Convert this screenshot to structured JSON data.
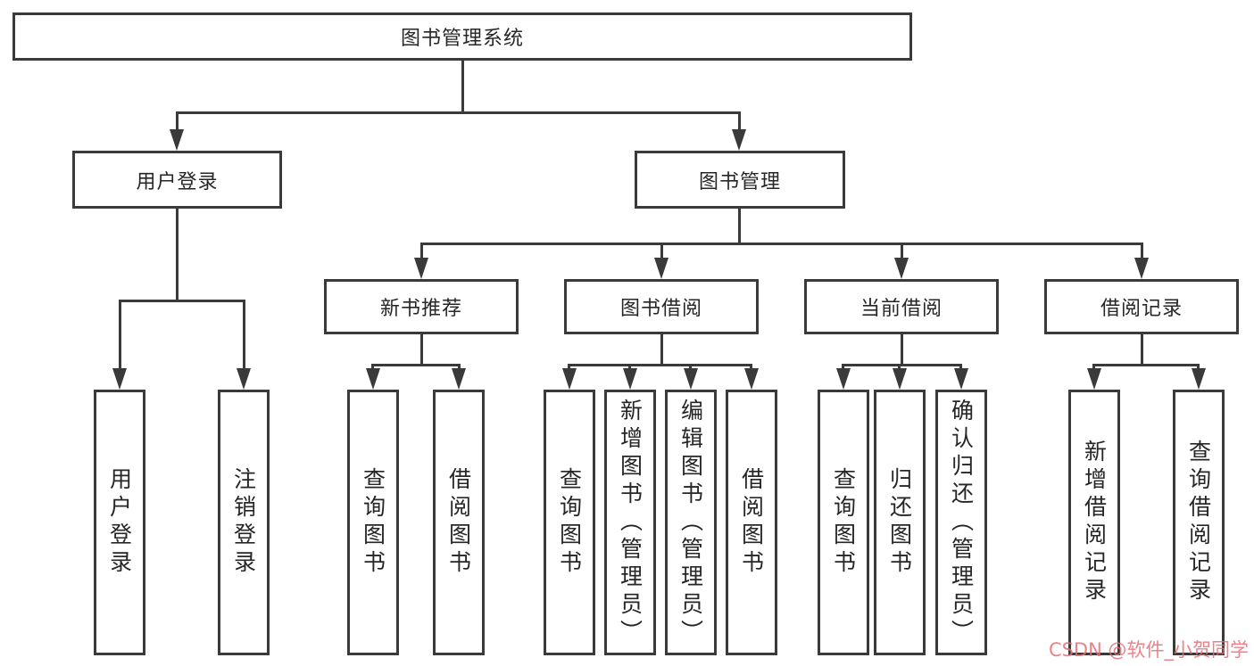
{
  "diagram": {
    "title_node": "图书管理系统",
    "level2": {
      "user_login": "用户登录",
      "book_management": "图书管理"
    },
    "level3": {
      "new_book_recommend": "新书推荐",
      "book_borrowing": "图书借阅",
      "current_borrowing": "当前借阅",
      "borrowing_records": "借阅记录"
    },
    "leaves": {
      "user_login": "用户登录",
      "logout": "注销登录",
      "recommend_query_books": "查询图书",
      "recommend_borrow_books": "借阅图书",
      "borrow_query_books": "查询图书",
      "borrow_add_books": "新增图书（管理员）",
      "borrow_edit_books": "编辑图书（管理员）",
      "borrow_borrow_books": "借阅图书",
      "current_query_books": "查询图书",
      "current_return_books": "归还图书",
      "current_confirm_return": "确认归还（管理员）",
      "records_add_record": "新增借阅记录",
      "records_query_record": "查询借阅记录"
    },
    "watermark": "CSDN @软件_小贺同学",
    "colors": {
      "line": "#3a3a3a",
      "text": "#262626",
      "watermark": "#e86c74",
      "background": "#ffffff"
    }
  }
}
